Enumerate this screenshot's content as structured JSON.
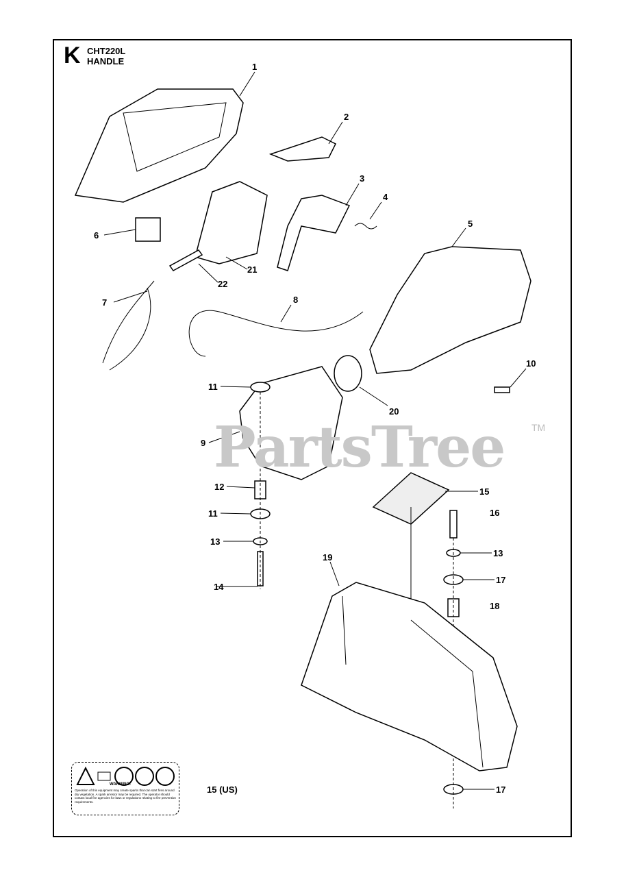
{
  "header": {
    "section_letter": "K",
    "model": "CHT220L",
    "title": "HANDLE"
  },
  "watermark": {
    "text": "PartsTree",
    "tm": "TM"
  },
  "callouts": [
    "1",
    "2",
    "3",
    "4",
    "5",
    "6",
    "7",
    "8",
    "9",
    "10",
    "11",
    "11",
    "12",
    "13",
    "13",
    "14",
    "15",
    "16",
    "17",
    "17",
    "18",
    "19",
    "20",
    "21",
    "22"
  ],
  "us_label": "15  (US)",
  "warning_label": {
    "title": "WARNING!",
    "text": "Operation of this equipment may create sparks that can start fires around dry vegetation. A spark arrestor may be required. The operator should contact local fire agencies for laws or regulations relating to fire prevention requirements."
  },
  "colors": {
    "ink": "#000000",
    "watermark": "#c8c8c8"
  }
}
